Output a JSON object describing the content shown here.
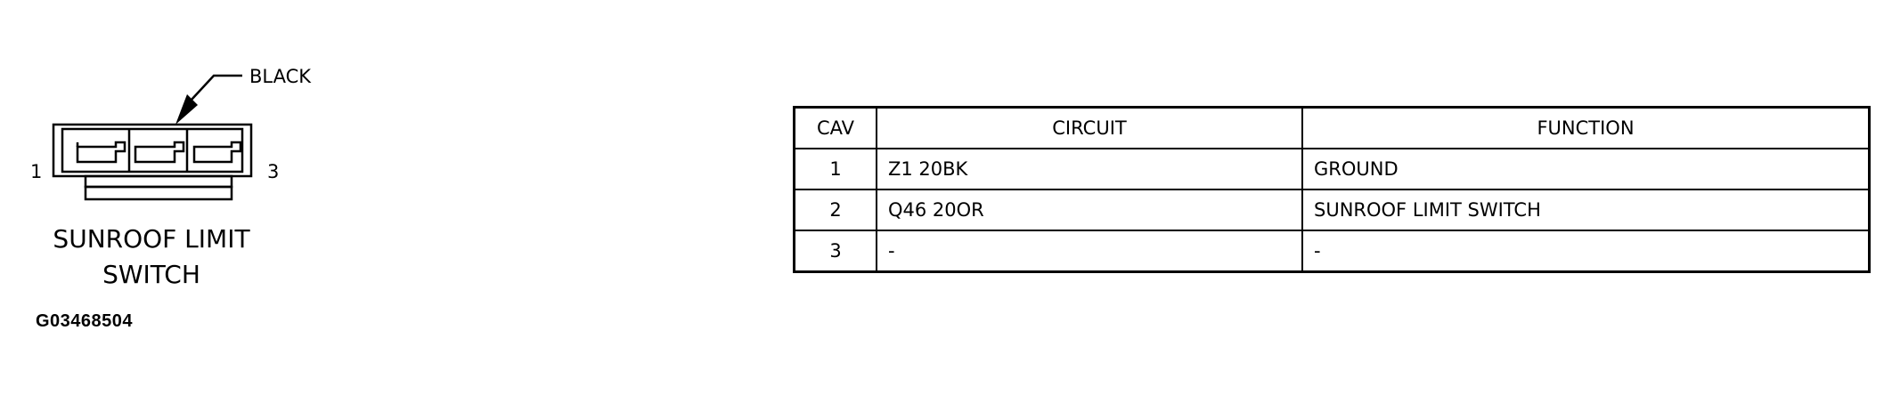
{
  "connector": {
    "color_callout": "BLACK",
    "pin_left_label": "1",
    "pin_right_label": "3",
    "name_line1": "SUNROOF LIMIT",
    "name_line2": "SWITCH"
  },
  "figure_id": "G03468504",
  "table": {
    "headers": [
      "CAV",
      "CIRCUIT",
      "FUNCTION"
    ],
    "rows": [
      {
        "cav": "1",
        "circuit": "Z1 20BK",
        "function": "GROUND"
      },
      {
        "cav": "2",
        "circuit": "Q46 20OR",
        "function": "SUNROOF LIMIT SWITCH"
      },
      {
        "cav": "3",
        "circuit": "-",
        "function": "-"
      }
    ]
  }
}
